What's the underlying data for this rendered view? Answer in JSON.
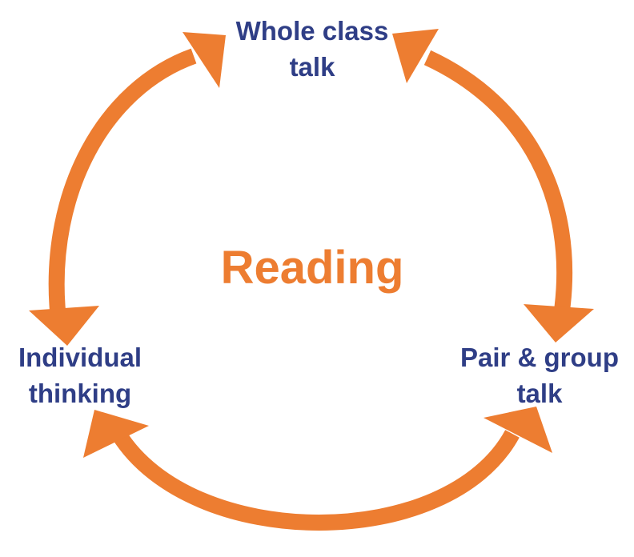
{
  "center": {
    "title": "Reading"
  },
  "nodes": {
    "top": {
      "line1": "Whole class",
      "line2": "talk"
    },
    "left": {
      "line1": "Individual",
      "line2": "thinking"
    },
    "right": {
      "line1": "Pair & group",
      "line2": "talk"
    }
  },
  "colors": {
    "arrow": "#ED7D31",
    "node_text": "#2F3E86",
    "center_text": "#ED7D31"
  },
  "icons": {
    "arrows": [
      "double-headed-arrow-left-to-top",
      "double-headed-arrow-top-to-right",
      "double-headed-arrow-left-to-right-bottom"
    ]
  }
}
